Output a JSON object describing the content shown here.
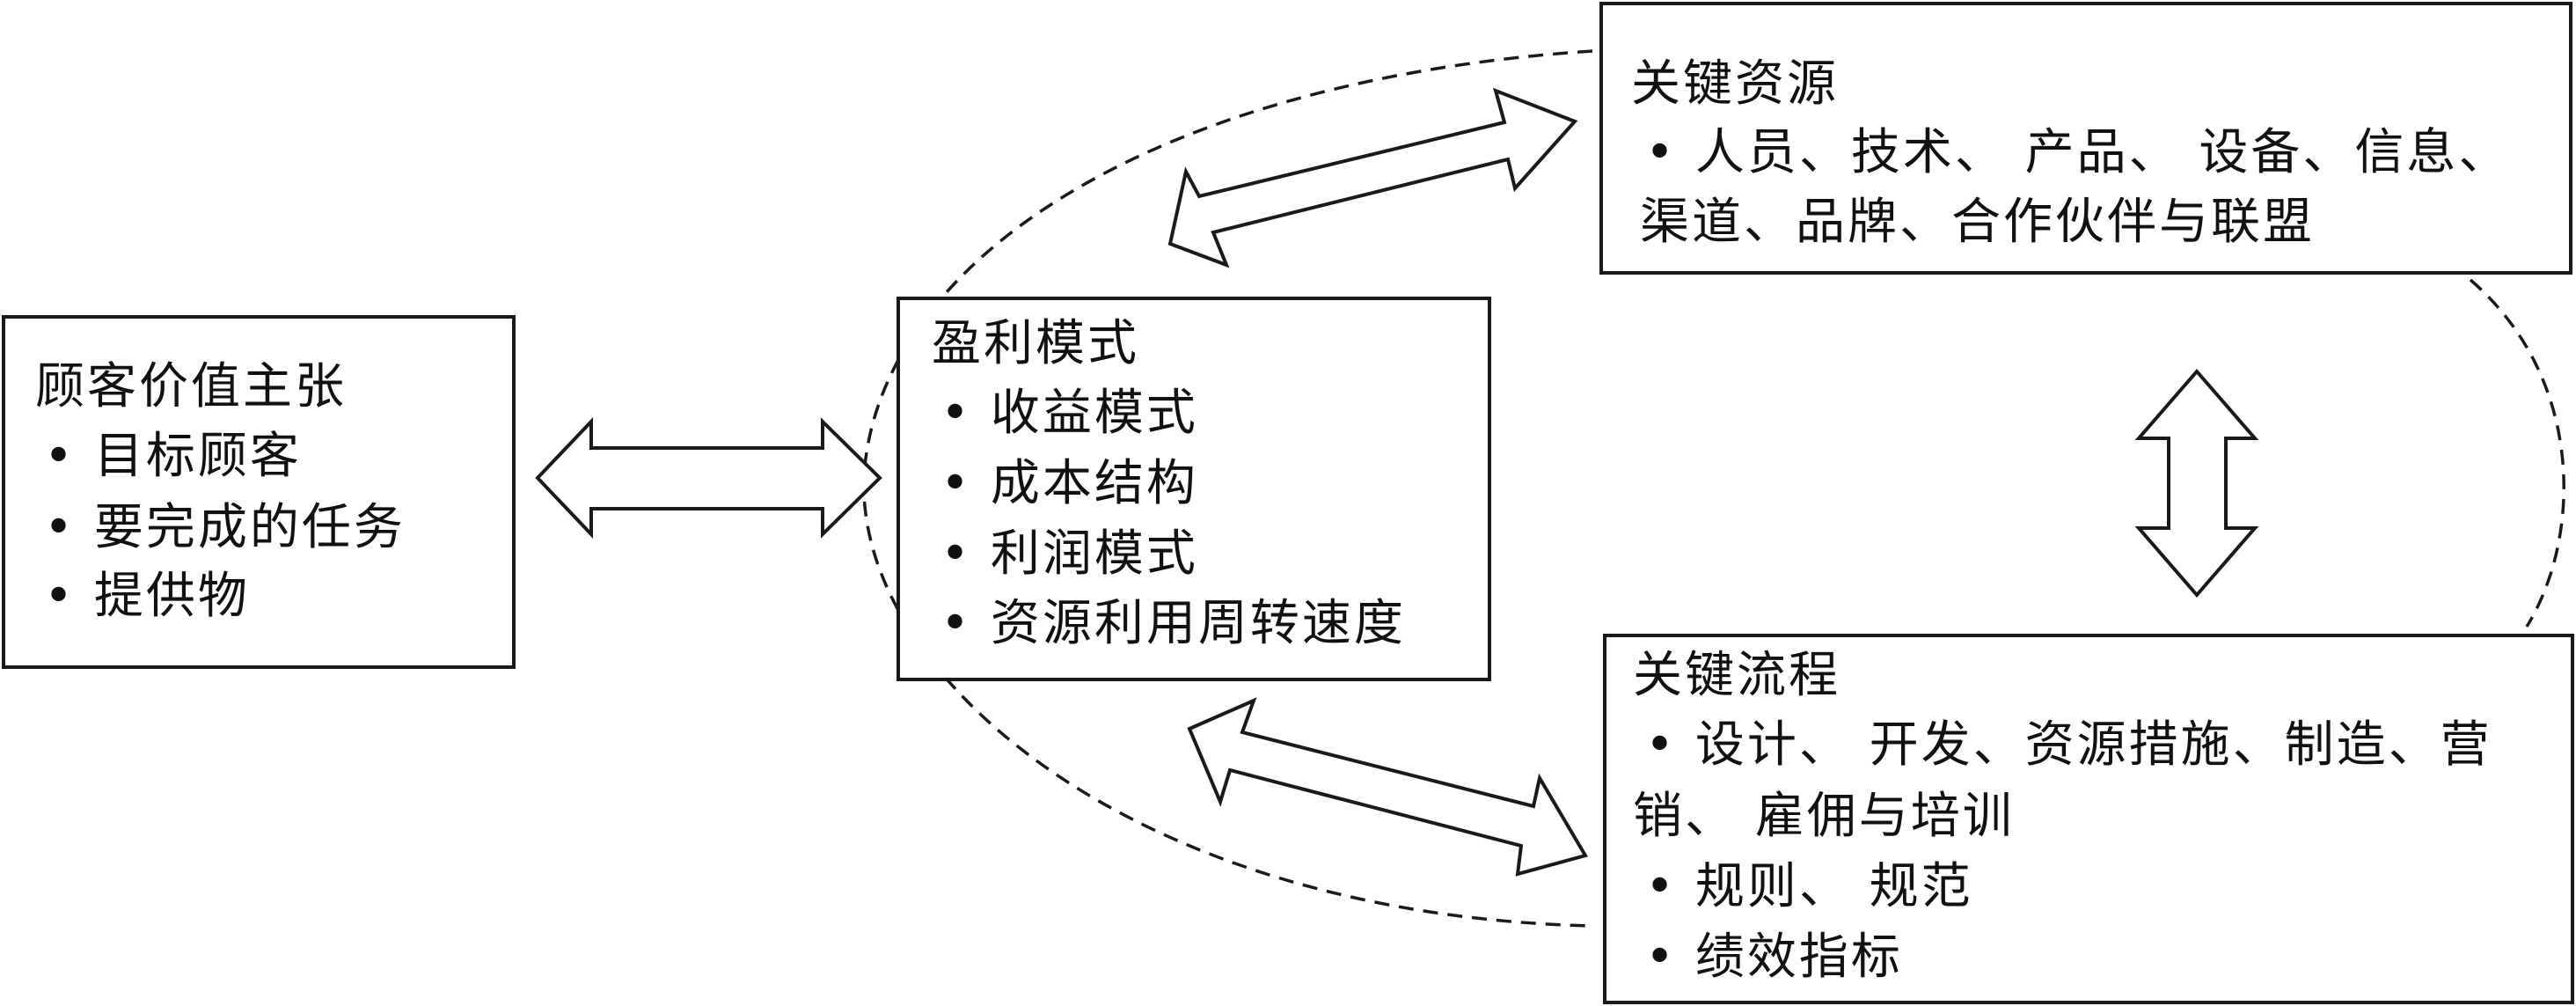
{
  "customer_value": {
    "title": "顾客价值主张",
    "items": [
      "• 目标顾客",
      "• 要完成的任务",
      "• 提供物"
    ]
  },
  "profit_formula": {
    "title": "盈利模式",
    "items": [
      "• 收益模式",
      "• 成本结构",
      "• 利润模式",
      "• 资源利用周转速度"
    ]
  },
  "key_resources": {
    "title": "关键资源",
    "lines": [
      "• 人员、技术、 产品、 设备、信息、",
      "渠道、品牌、合作伙伴与联盟"
    ]
  },
  "key_processes": {
    "title": "关键流程",
    "lines": [
      "• 设计、 开发、资源措施、制造、营",
      "销、 雇佣与培训",
      "• 规则、 规范",
      "• 绩效指标"
    ]
  }
}
